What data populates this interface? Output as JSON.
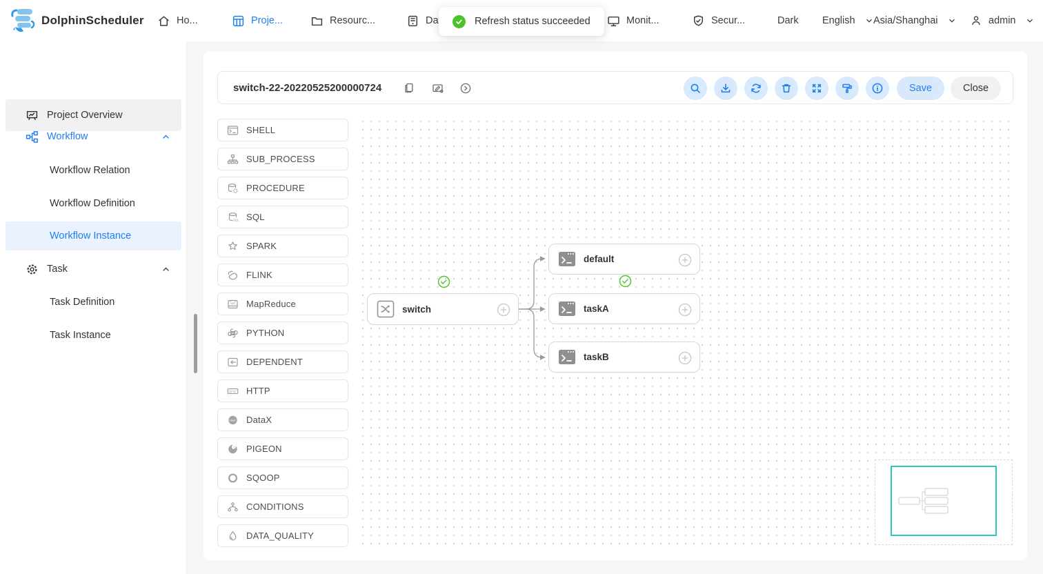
{
  "brand": {
    "name": "DolphinScheduler"
  },
  "nav": {
    "items": [
      {
        "label": "Ho...",
        "icon": "home-icon",
        "active": false
      },
      {
        "label": "Proje...",
        "icon": "projects-icon",
        "active": true
      },
      {
        "label": "Resourc...",
        "icon": "folder-icon",
        "active": false
      },
      {
        "label": "Dat...",
        "icon": "datasource-icon",
        "active": false
      },
      {
        "label": "Monit...",
        "icon": "monitor-icon",
        "active": false
      },
      {
        "label": "Secur...",
        "icon": "shield-icon",
        "active": false
      }
    ],
    "theme_label": "Dark",
    "language": "English",
    "timezone": "Asia/Shanghai",
    "user": "admin"
  },
  "toast": {
    "message": "Refresh status succeeded",
    "status": "success"
  },
  "sidebar": {
    "items": [
      {
        "label": "Project Overview"
      },
      {
        "label": "Workflow",
        "expanded": true,
        "active": true
      },
      {
        "label": "Workflow Relation"
      },
      {
        "label": "Workflow Definition"
      },
      {
        "label": "Workflow Instance",
        "selected": true
      },
      {
        "label": "Task",
        "expanded": true
      },
      {
        "label": "Task Definition"
      },
      {
        "label": "Task Instance"
      }
    ]
  },
  "toolbar": {
    "title": "switch-22-20220525200000724",
    "title_icons": [
      "copy-icon",
      "edit-icon",
      "arrow-circle-icon"
    ],
    "actions": [
      "search",
      "download",
      "refresh",
      "delete",
      "fullscreen",
      "format",
      "info"
    ],
    "save_label": "Save",
    "close_label": "Close"
  },
  "task_types": [
    "SHELL",
    "SUB_PROCESS",
    "PROCEDURE",
    "SQL",
    "SPARK",
    "FLINK",
    "MapReduce",
    "PYTHON",
    "DEPENDENT",
    "HTTP",
    "DataX",
    "PIGEON",
    "SQOOP",
    "CONDITIONS",
    "DATA_QUALITY"
  ],
  "dag": {
    "nodes": [
      {
        "label": "switch",
        "type": "SWITCH",
        "status": "success"
      },
      {
        "label": "default",
        "type": "SHELL"
      },
      {
        "label": "taskA",
        "type": "SHELL",
        "status": "success"
      },
      {
        "label": "taskB",
        "type": "SHELL"
      }
    ],
    "edges": [
      [
        "switch",
        "default"
      ],
      [
        "switch",
        "taskA"
      ],
      [
        "switch",
        "taskB"
      ]
    ]
  },
  "colors": {
    "primary": "#2080f0",
    "success": "#4ec22b",
    "minimap_viewport": "#2bc7c4"
  }
}
